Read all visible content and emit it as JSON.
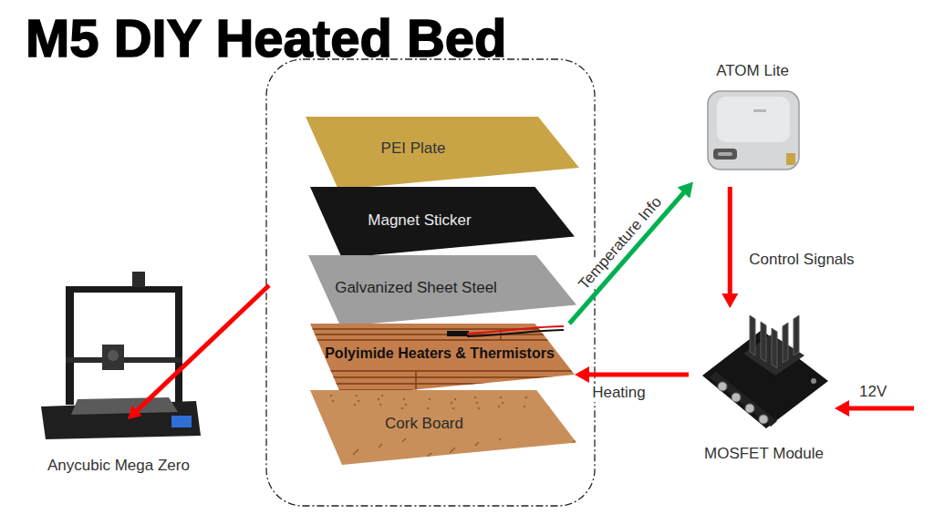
{
  "diagram": {
    "title": "M5 DIY Heated Bed",
    "nodes": [
      {
        "text": [
          "PEI Plate"
        ]
      },
      {
        "text": [
          "Magnet Sticker"
        ]
      },
      {
        "text": [
          "Galvanized Sheet Steel"
        ]
      },
      {
        "text": [
          "Polyimide Heaters & Thermistors"
        ]
      },
      {
        "text": [
          "Cork Board"
        ]
      },
      {
        "text": [
          "ATOM Lite"
        ]
      },
      {
        "text": [
          "MOSFET Module"
        ]
      },
      {
        "text": [
          "Anycubic Mega Zero"
        ]
      }
    ],
    "edges": [
      {
        "from": 3,
        "to": 5,
        "label": "Temperature Info",
        "arrow": "to"
      },
      {
        "from": 5,
        "to": 6,
        "label": "Control Signals",
        "arrow": "to"
      },
      {
        "from": 6,
        "to": 3,
        "label": "Heating",
        "arrow": "to"
      }
    ],
    "labels": [
      "12V"
    ]
  }
}
